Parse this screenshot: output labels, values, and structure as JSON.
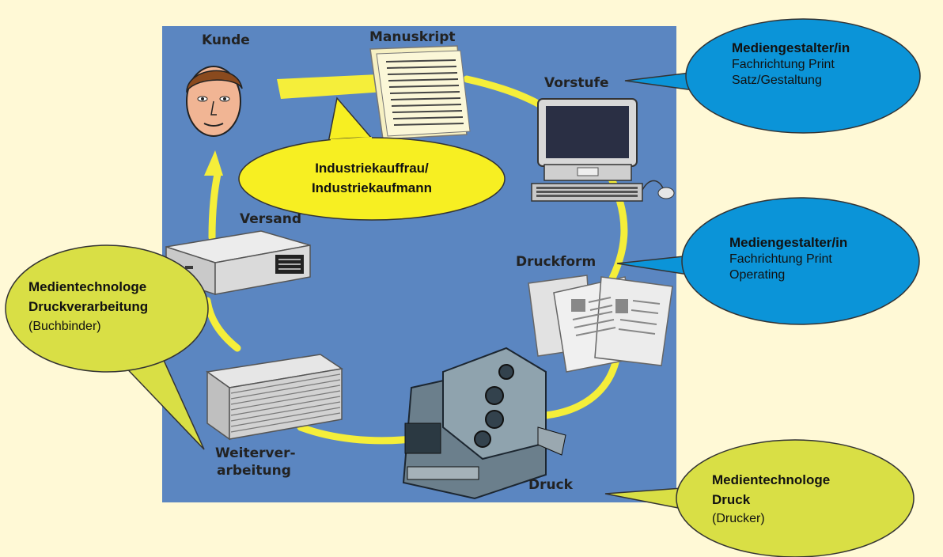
{
  "stages": {
    "kunde": "Kunde",
    "manuskript": "Manuskript",
    "vorstufe": "Vorstufe",
    "druckform": "Druckform",
    "druck": "Druck",
    "weiterverarbeitung_1": "Weiterver-",
    "weiterverarbeitung_2": "arbeitung",
    "versand": "Versand"
  },
  "bubbles": {
    "industrie": {
      "line1": "Industriekauffrau/",
      "line2": "Industriekaufmann"
    },
    "vorstufe_role": {
      "title": "Mediengestalter/in",
      "line1": "Fachrichtung Print",
      "line2": "Satz/Gestaltung"
    },
    "druckform_role": {
      "title": "Mediengestalter/in",
      "line1": "Fachrichtung Print",
      "line2": "Operating"
    },
    "druck_role": {
      "title1": "Medientechnologe",
      "title2": "Druck",
      "line1": "(Drucker)"
    },
    "buchbinder_role": {
      "title1": "Medientechnologe",
      "title2": "Druckverarbeitung",
      "line1": "(Buchbinder)"
    }
  },
  "colors": {
    "page_background": "#fff9d6",
    "panel_blue": "#5b86c1",
    "flow_yellow": "#f5ee3a",
    "bubble_blue": "#0b94d8",
    "bubble_yellow_green": "#d9df45",
    "bubble_yellow": "#f7ef22"
  }
}
